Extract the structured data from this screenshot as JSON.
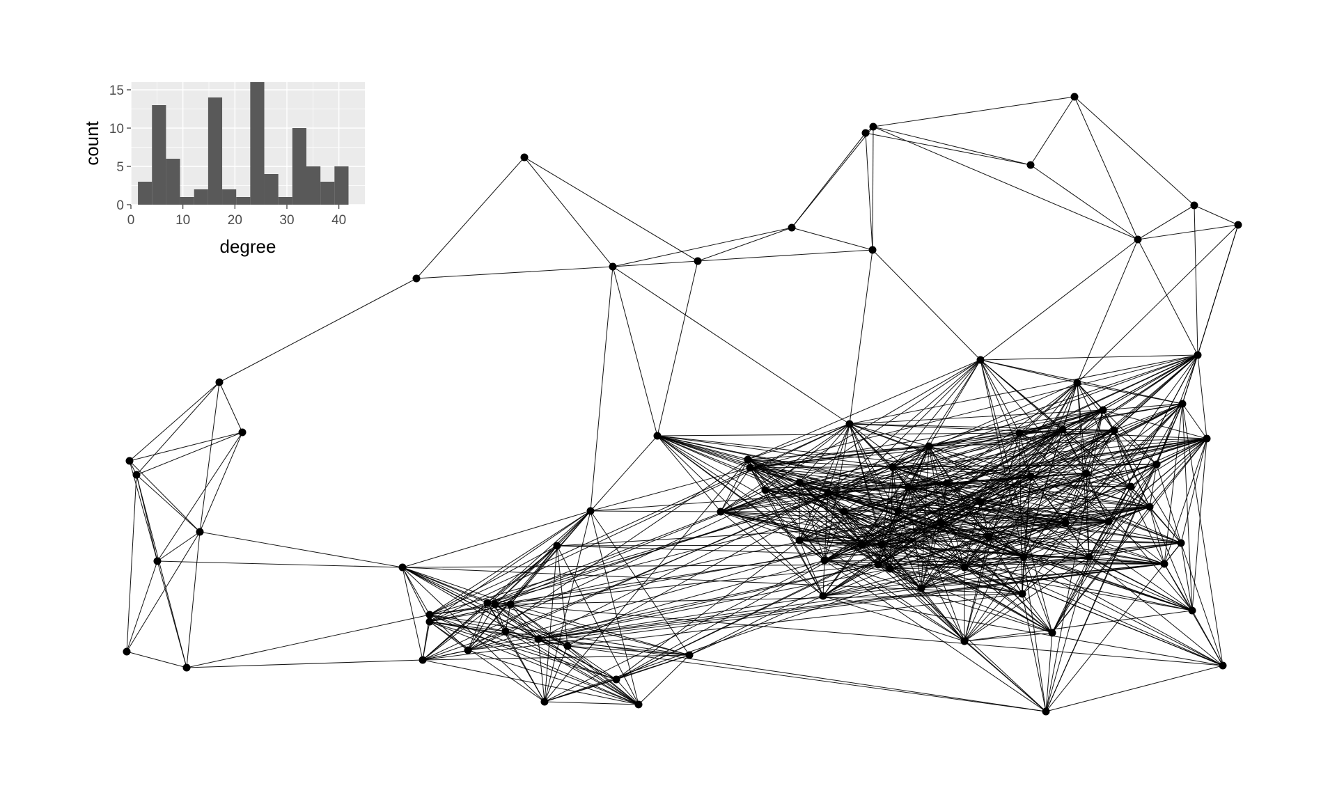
{
  "chart_data": [
    {
      "type": "network",
      "nodes": 90,
      "edge_color": "#000000",
      "node_color": "#000000"
    },
    {
      "type": "bar",
      "subtype": "histogram",
      "xlabel": "degree",
      "ylabel": "count",
      "xlim": [
        0,
        45
      ],
      "ylim": [
        0,
        16
      ],
      "x_ticks": [
        0,
        10,
        20,
        30,
        40
      ],
      "y_ticks": [
        0,
        5,
        10,
        15
      ],
      "x_tick_labels": [
        "0",
        "10",
        "20",
        "30",
        "40"
      ],
      "y_tick_labels": [
        "0",
        "5",
        "10",
        "15"
      ],
      "bin_width": 2.7,
      "bin_start": 1.35,
      "values": [
        3,
        13,
        6,
        1,
        2,
        14,
        2,
        1,
        16,
        4,
        1,
        10,
        5,
        3,
        5
      ],
      "bar_color": "#595959",
      "panel_color": "#ebebeb"
    }
  ]
}
